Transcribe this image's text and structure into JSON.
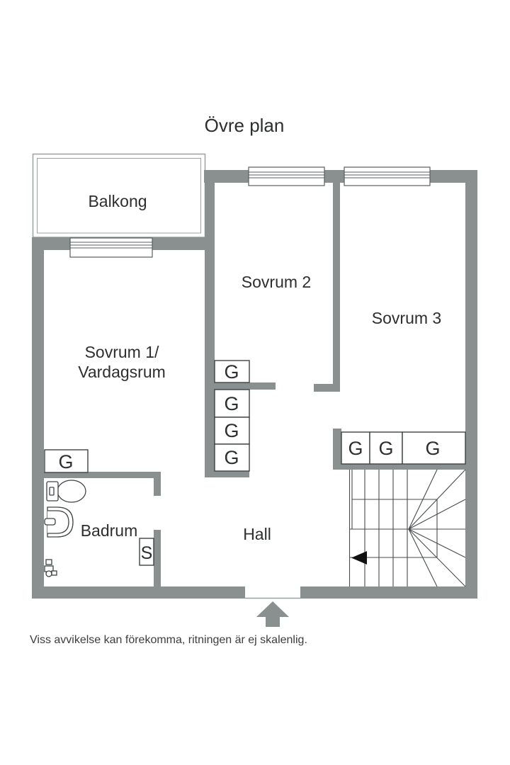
{
  "title": "Övre plan",
  "rooms": {
    "balcony": "Balkong",
    "bedroom2": "Sovrum 2",
    "bedroom3": "Sovrum 3",
    "bedroom1_line1": "Sovrum 1/",
    "bedroom1_line2": "Vardagsrum",
    "bathroom": "Badrum",
    "hall": "Hall"
  },
  "labels": {
    "wardrobe": "G",
    "shaft": "S"
  },
  "footer": "Viss avvikelse kan förekomma, ritningen är ej skalenlig.",
  "colors": {
    "wall": "#8a8f8f",
    "line": "#474c4c",
    "box_border": "#3e4343",
    "text": "#2c2e2f",
    "footer_text": "#3b3d3e",
    "window_border": "#5a5f5f",
    "balcony_border": "#9aa3a3",
    "arrow_black": "#111111",
    "threshold": "#9aa0a0"
  }
}
